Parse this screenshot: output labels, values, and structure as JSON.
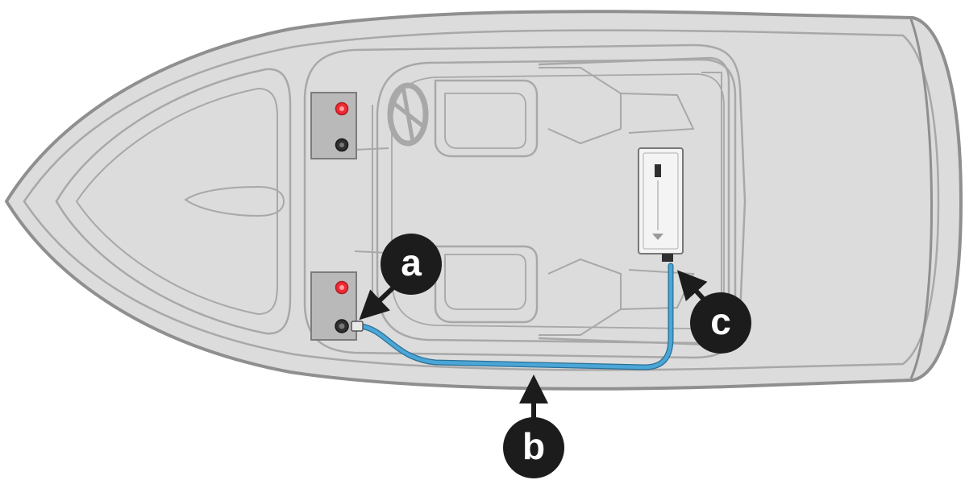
{
  "diagram": {
    "callouts": [
      {
        "id": "a",
        "label": "a"
      },
      {
        "id": "b",
        "label": "b"
      },
      {
        "id": "c",
        "label": "c"
      }
    ],
    "colors": {
      "hull_fill": "#dcdcdc",
      "hull_stroke": "#8f8f8f",
      "interior_stroke": "#a8a8a8",
      "battery_fill": "#b9b9b9",
      "battery_stroke": "#7c7c7c",
      "positive_terminal": "#ee2b34",
      "negative_terminal": "#2f2f2f",
      "cable": "#4aa6d6",
      "charger_fill": "#f4f4f4",
      "callout": "#1c1c1c"
    },
    "icons": [
      "boat-hull-icon",
      "battery-icon",
      "charger-unit-icon",
      "cable-icon",
      "steering-wheel-icon"
    ]
  }
}
